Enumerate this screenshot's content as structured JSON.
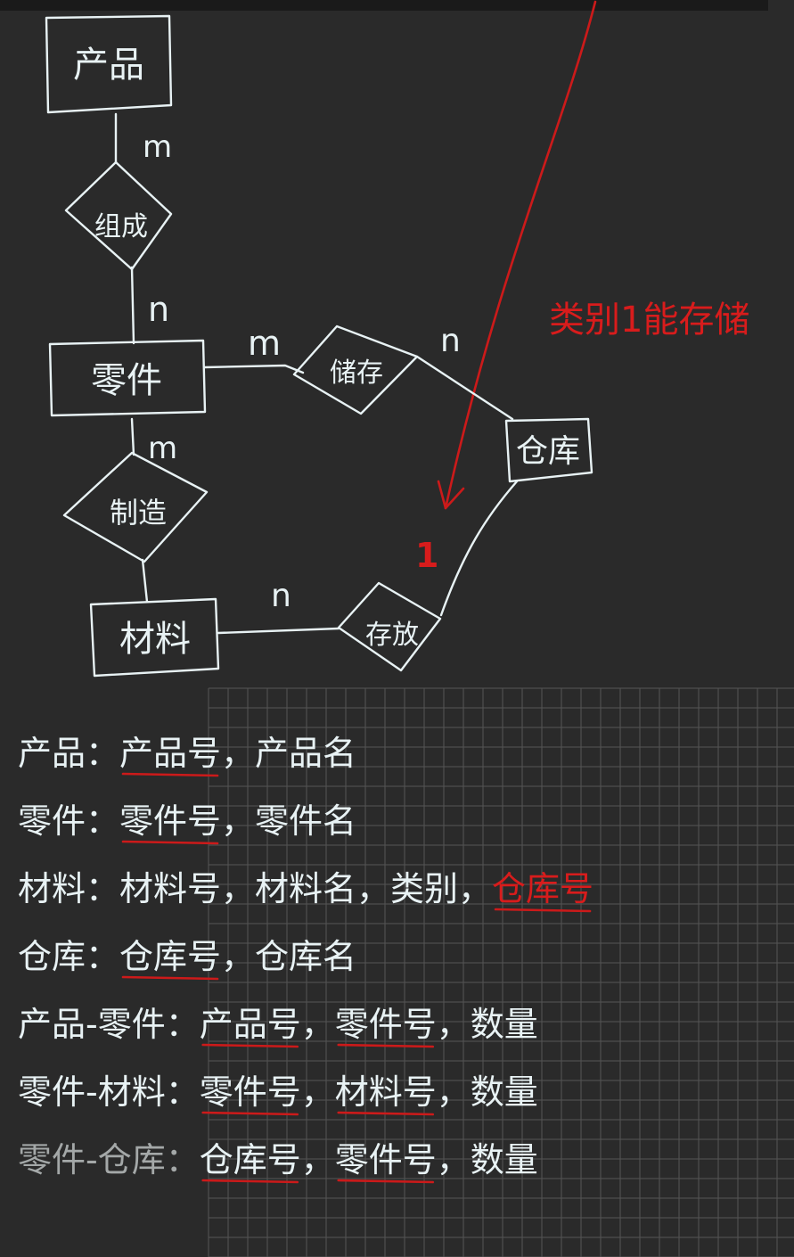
{
  "diagram": {
    "entities": {
      "product": "产品",
      "part": "零件",
      "warehouse": "仓库",
      "material": "材料"
    },
    "relations": {
      "compose": "组成",
      "store": "储存",
      "make": "制造",
      "stock": "存放"
    },
    "cardinality": {
      "product_compose": "m",
      "compose_part": "n",
      "part_store": "m",
      "store_warehouse": "n",
      "part_make": "m",
      "material_stock": "n",
      "warehouse_stock": "1"
    },
    "note": "类别1能存储"
  },
  "schema": [
    {
      "name": "产品：",
      "keys": [
        "产品号"
      ],
      "sep": "，",
      "rest": "产品名",
      "extra": ""
    },
    {
      "name": "零件：",
      "keys": [
        "零件号"
      ],
      "sep": "，",
      "rest": "零件名",
      "extra": ""
    },
    {
      "name": "材料：",
      "keys": [],
      "sep": "",
      "rest": "材料号，材料名，类别，",
      "extra": "仓库号"
    },
    {
      "name": "仓库：",
      "keys": [
        "仓库号"
      ],
      "sep": "，",
      "rest": "仓库名",
      "extra": ""
    },
    {
      "name": "产品-零件：",
      "keys": [
        "产品号",
        "零件号"
      ],
      "sep": "，",
      "rest": "数量",
      "extra": ""
    },
    {
      "name": "零件-材料：",
      "keys": [
        "零件号",
        "材料号"
      ],
      "sep": "，",
      "rest": "数量",
      "extra": ""
    },
    {
      "name": "零件-仓库：",
      "keys": [
        "仓库号",
        "零件号"
      ],
      "sep": "，",
      "rest": "数量",
      "extra": ""
    }
  ]
}
